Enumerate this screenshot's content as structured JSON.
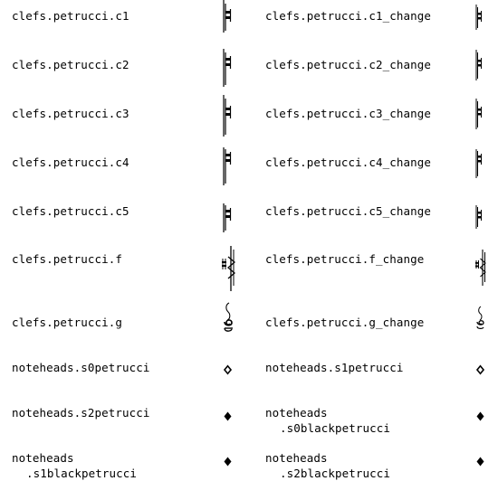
{
  "glyphs": [
    {
      "left": {
        "name": "clefs.petrucci.c1",
        "icon": "c-clef-icon"
      },
      "right": {
        "name": "clefs.petrucci.c1_change",
        "icon": "c-clef-small-icon"
      }
    },
    {
      "left": {
        "name": "clefs.petrucci.c2",
        "icon": "c-clef-icon"
      },
      "right": {
        "name": "clefs.petrucci.c2_change",
        "icon": "c-clef-small-icon"
      }
    },
    {
      "left": {
        "name": "clefs.petrucci.c3",
        "icon": "c-clef-icon"
      },
      "right": {
        "name": "clefs.petrucci.c3_change",
        "icon": "c-clef-small-icon"
      }
    },
    {
      "left": {
        "name": "clefs.petrucci.c4",
        "icon": "c-clef-icon"
      },
      "right": {
        "name": "clefs.petrucci.c4_change",
        "icon": "c-clef-small-icon"
      }
    },
    {
      "left": {
        "name": "clefs.petrucci.c5",
        "icon": "c-clef-icon"
      },
      "right": {
        "name": "clefs.petrucci.c5_change",
        "icon": "c-clef-small-icon"
      }
    },
    {
      "left": {
        "name": "clefs.petrucci.f",
        "icon": "f-clef-icon"
      },
      "right": {
        "name": "clefs.petrucci.f_change",
        "icon": "f-clef-small-icon"
      }
    },
    {
      "left": {
        "name": "clefs.petrucci.g",
        "icon": "g-clef-icon"
      },
      "right": {
        "name": "clefs.petrucci.g_change",
        "icon": "g-clef-small-icon"
      }
    },
    {
      "left": {
        "name": "noteheads.s0petrucci",
        "icon": "hollow-diamond-notehead-icon"
      },
      "right": {
        "name": "noteheads.s1petrucci",
        "icon": "hollow-diamond-notehead-icon"
      }
    },
    {
      "left": {
        "name": "noteheads.s2petrucci",
        "icon": "filled-diamond-notehead-icon"
      },
      "right": {
        "name1": "noteheads",
        "name2": ".s0blackpetrucci",
        "icon": "filled-diamond-notehead-icon"
      }
    },
    {
      "left": {
        "name1": "noteheads",
        "name2": ".s1blackpetrucci",
        "icon": "filled-diamond-notehead-icon"
      },
      "right": {
        "name1": "noteheads",
        "name2": ".s2blackpetrucci",
        "icon": "filled-diamond-notehead-icon"
      }
    }
  ]
}
